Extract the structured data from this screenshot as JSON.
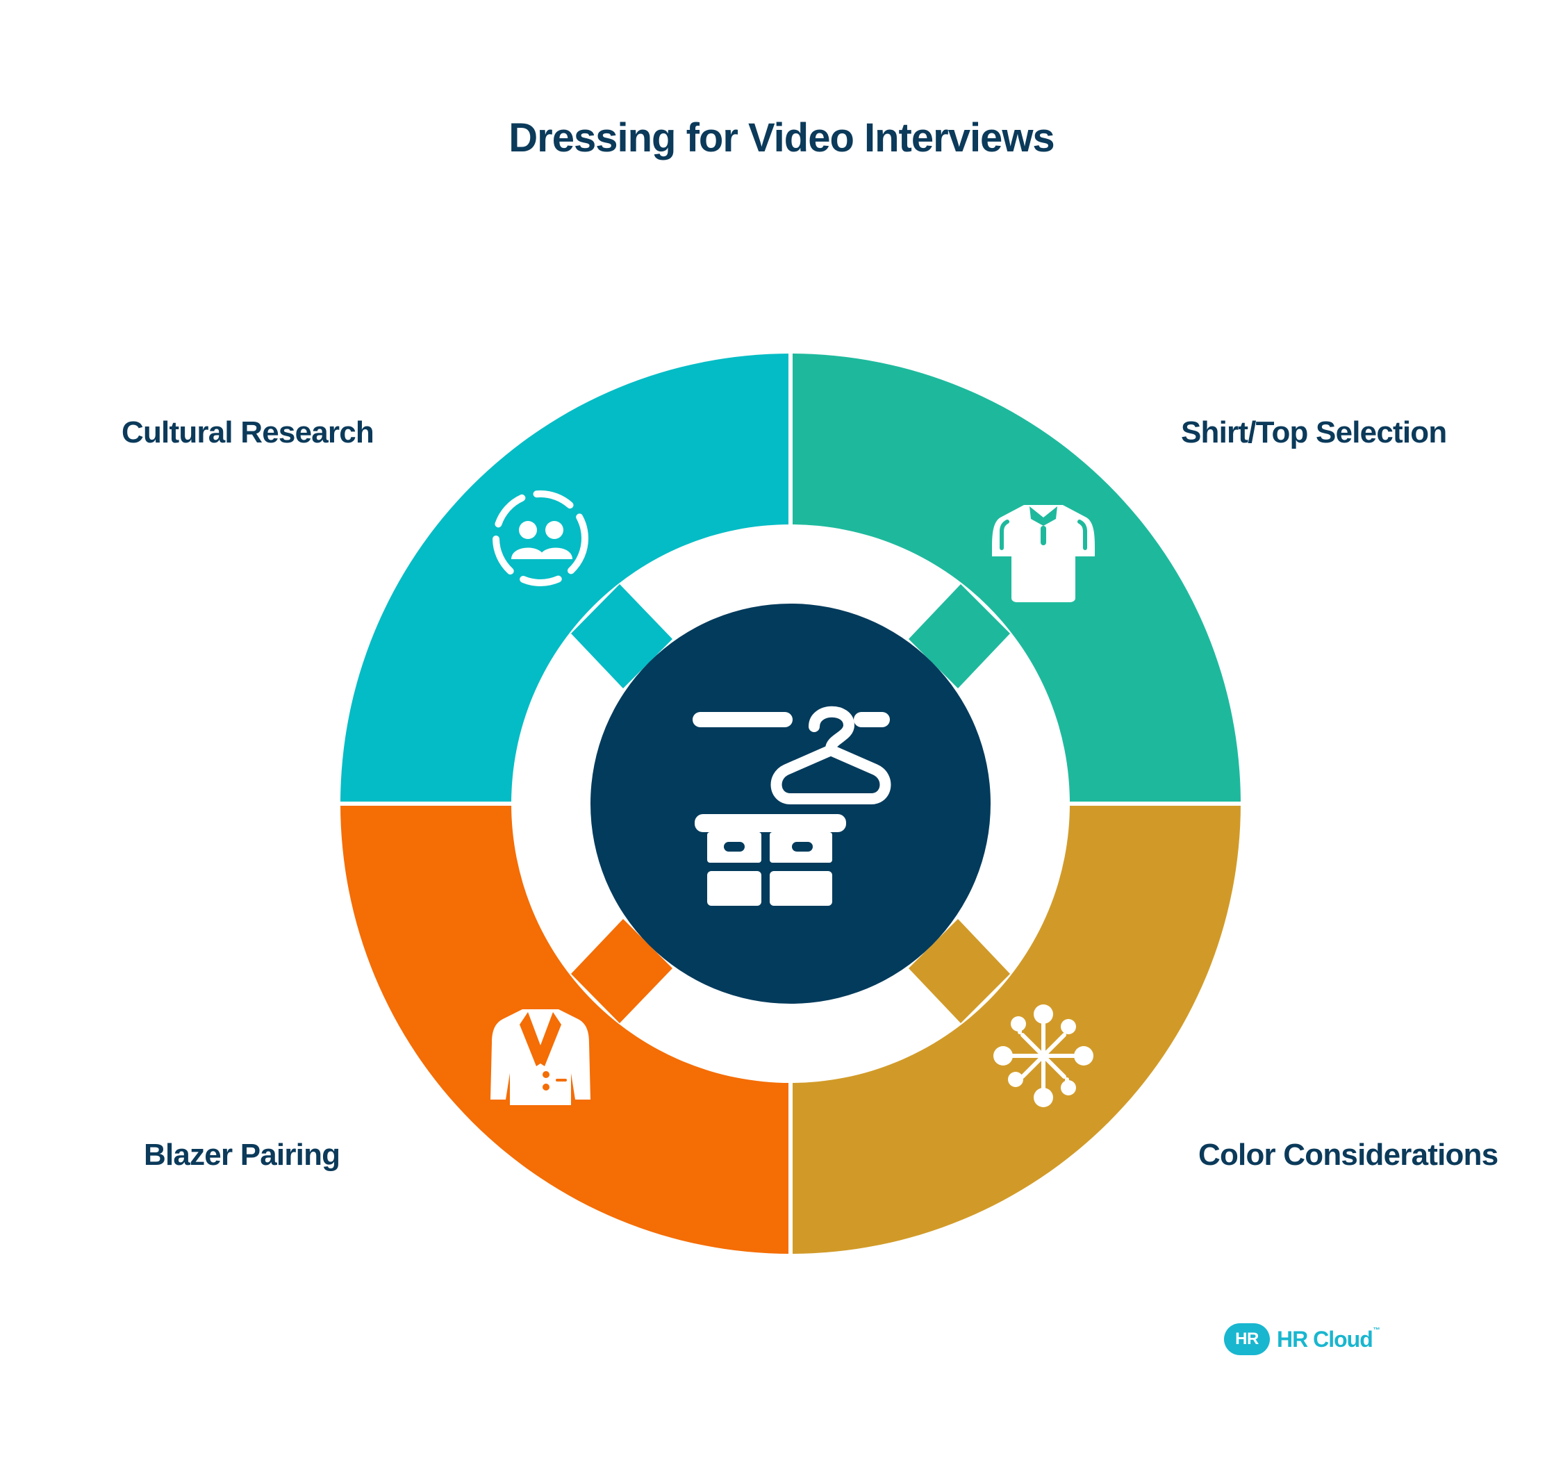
{
  "title": "Dressing for Video Interviews",
  "segments": [
    {
      "id": "cultural",
      "label": "Cultural Research",
      "icon": "team-circle-icon",
      "color": "#04bcc5"
    },
    {
      "id": "shirt",
      "label": "Shirt/Top Selection",
      "icon": "polo-shirt-icon",
      "color": "#1eb99d"
    },
    {
      "id": "color",
      "label": "Color Considerations",
      "icon": "color-network-icon",
      "color": "#d19a28"
    },
    {
      "id": "blazer",
      "label": "Blazer Pairing",
      "icon": "blazer-icon",
      "color": "#f46d05"
    }
  ],
  "center": {
    "icon": "wardrobe-hanger-icon",
    "color": "#033b5c"
  },
  "logo": {
    "mark": "HR",
    "text": "HR Cloud",
    "color": "#19b6cf"
  }
}
